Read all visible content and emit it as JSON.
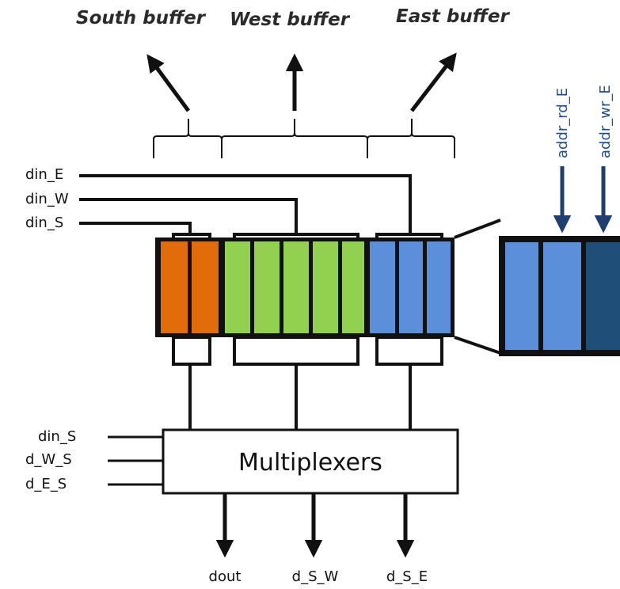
{
  "buffers": {
    "south": "South buffer",
    "west": "West buffer",
    "east": "East buffer"
  },
  "inputs_top": {
    "din_E": "din_E",
    "din_W": "din_W",
    "din_S": "din_S"
  },
  "addresses": {
    "rd": "addr_rd_E",
    "wr": "addr_wr_E"
  },
  "multiplexer": {
    "label": "Multiplexers",
    "inputs": [
      "din_S",
      "d_W_S",
      "d_E_S"
    ]
  },
  "outputs": [
    "dout",
    "d_S_W",
    "d_S_E"
  ],
  "colors": {
    "south_cells": "#e36c0a",
    "west_cells": "#92d050",
    "east_cells": "#5b8fd9",
    "expanded_cell": "#5b8fd9",
    "expanded_dark_cell": "#1f4e79",
    "address_text": "#1f4e8c"
  }
}
